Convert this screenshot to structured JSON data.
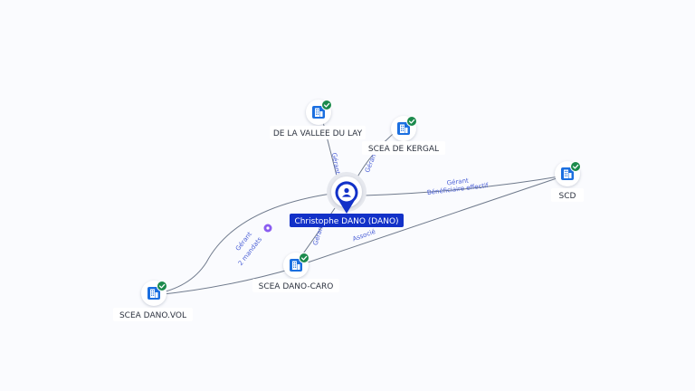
{
  "person": {
    "name": "Christophe DANO (DANO)",
    "icon": "user-icon",
    "color": "#1231c8"
  },
  "companies": [
    {
      "id": "lay",
      "name": "DE LA VALLEE DU LAY",
      "icon": "building-icon",
      "verified": true
    },
    {
      "id": "kergal",
      "name": "SCEA DE KERGAL",
      "icon": "building-icon",
      "verified": true
    },
    {
      "id": "scd",
      "name": "SCD",
      "icon": "building-icon",
      "verified": true
    },
    {
      "id": "caro",
      "name": "SCEA DANO-CARO",
      "icon": "building-icon",
      "verified": true
    },
    {
      "id": "vol",
      "name": "SCEA DANO.VOL",
      "icon": "building-icon",
      "verified": true
    }
  ],
  "relations": [
    {
      "to": "lay",
      "labels": [
        "Gérant"
      ]
    },
    {
      "to": "kergal",
      "labels": [
        "Gérant"
      ]
    },
    {
      "to": "scd",
      "labels": [
        "Gérant",
        "Bénéficiaire effectif"
      ]
    },
    {
      "to": "caro",
      "labels": [
        "Gérant"
      ]
    },
    {
      "to": "vol",
      "labels": [
        "Gérant",
        "2 mandats"
      ]
    },
    {
      "from": "caro",
      "to": "scd",
      "labels": [
        "Associé"
      ]
    }
  ],
  "colors": {
    "company_icon": "#1b6fe0",
    "verified_badge": "#1b8a4c",
    "edge_label": "#4a5fd6",
    "mandate_badge": "#8a5cf0"
  }
}
